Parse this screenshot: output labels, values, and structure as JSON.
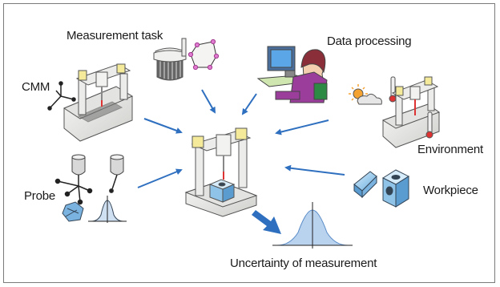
{
  "labels": {
    "measurement_task": "Measurement task",
    "data_processing": "Data processing",
    "cmm": "CMM",
    "environment": "Environment",
    "probe": "Probe",
    "workpiece": "Workpiece",
    "uncertainty": "Uncertainty of measurement"
  },
  "colors": {
    "arrow": "#2e6fbf",
    "machine_body": "#ecedeb",
    "machine_edge": "#555555",
    "head_yellow": "#f4ea9a",
    "workpiece_blue": "#8fc3e8",
    "curve_fill": "#b9d3ee",
    "curve_stroke": "#5a8cc8"
  },
  "icons": [
    "cmm-machine-icon",
    "measurement-task-icon",
    "computer-operator-icon",
    "environment-icon",
    "probe-icon",
    "workpiece-icon",
    "central-cmm-icon",
    "normal-distribution-icon"
  ]
}
